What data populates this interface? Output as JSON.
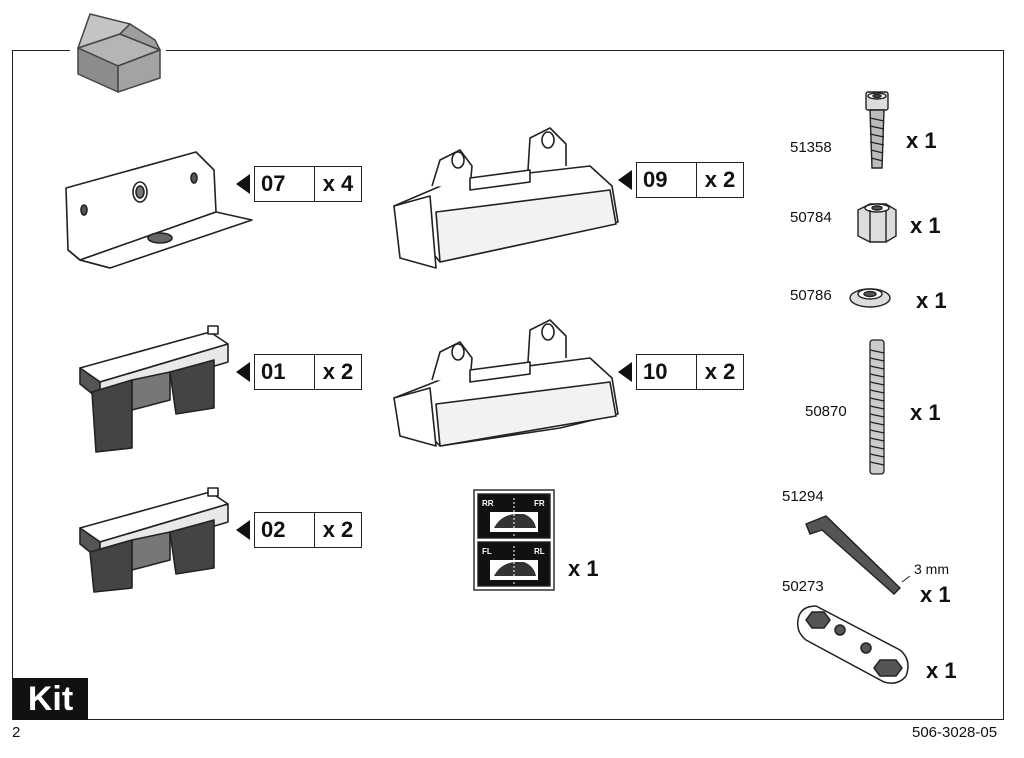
{
  "kit_label": "Kit",
  "page_number": "2",
  "doc_code": "506-3028-05",
  "parts": [
    {
      "code": "07",
      "qty": "x 4"
    },
    {
      "code": "01",
      "qty": "x 2"
    },
    {
      "code": "02",
      "qty": "x 2"
    },
    {
      "code": "09",
      "qty": "x 2"
    },
    {
      "code": "10",
      "qty": "x 2"
    }
  ],
  "decal": {
    "qty": "x 1",
    "top_left": "RR",
    "top_right": "FR",
    "bottom_left": "FL",
    "bottom_right": "RL"
  },
  "hardware": [
    {
      "part_no": "51358",
      "qty": "x 1"
    },
    {
      "part_no": "50784",
      "qty": "x 1"
    },
    {
      "part_no": "50786",
      "qty": "x 1"
    },
    {
      "part_no": "50870",
      "qty": "x 1"
    },
    {
      "part_no": "51294",
      "qty": "x 1",
      "size": "3 mm"
    },
    {
      "part_no": "50273",
      "qty": "x 1"
    }
  ]
}
